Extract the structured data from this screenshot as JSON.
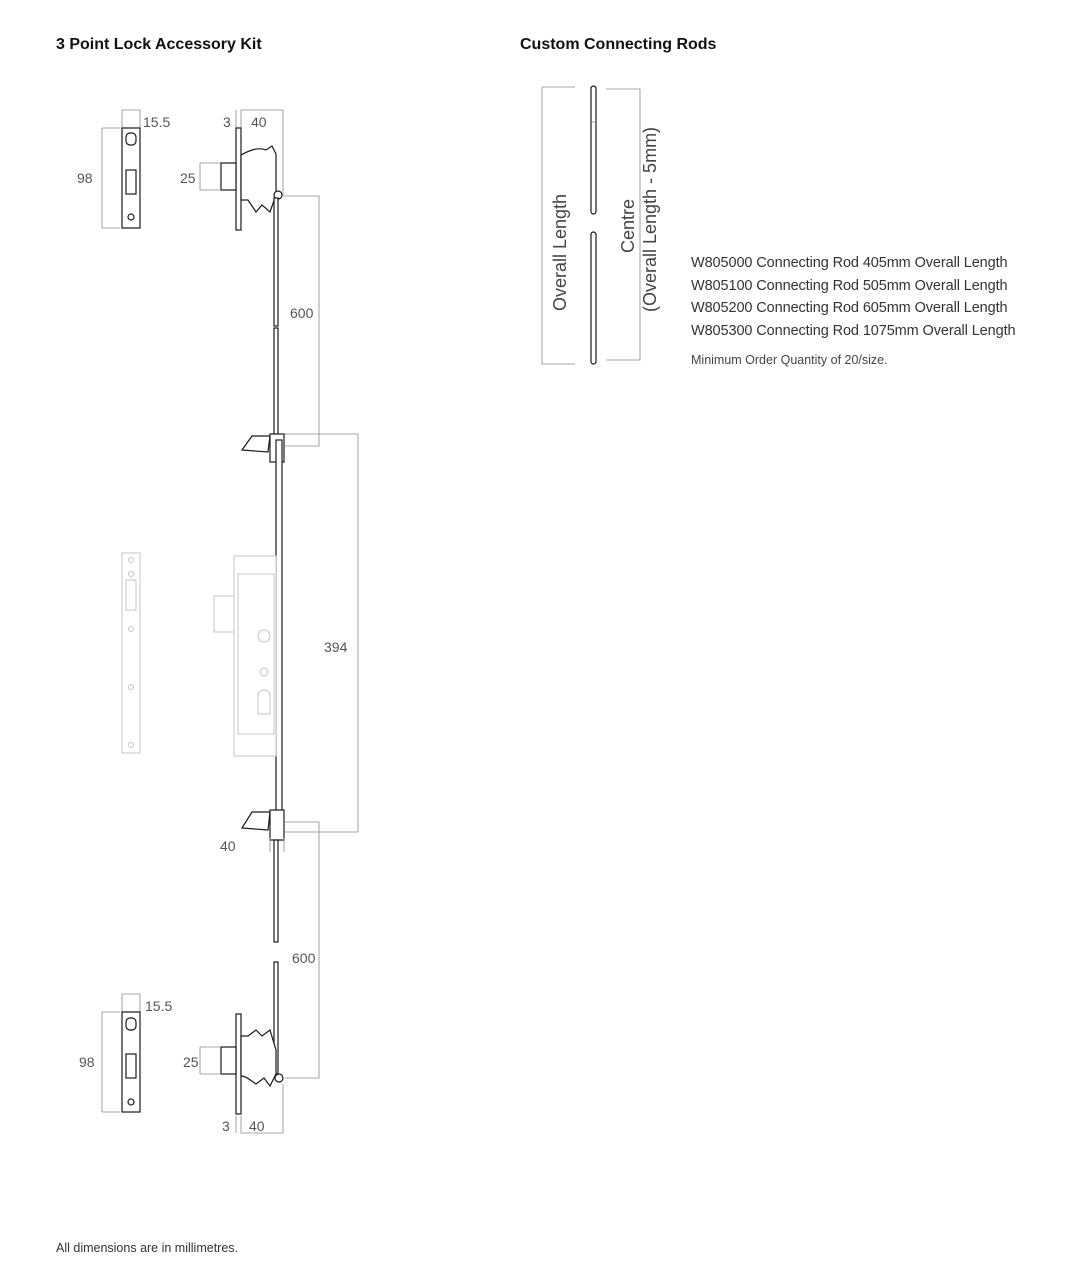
{
  "headings": {
    "kit": "3 Point Lock Accessory Kit",
    "rods": "Custom Connecting Rods"
  },
  "kit_dimensions": {
    "keep_width_top": "15.5",
    "keep_height_top": "98",
    "hook_offset_top": "3",
    "hook_width_top": "40",
    "hook_depth_top": "25",
    "rod_length_upper": "600",
    "centre_to_centre": "394",
    "latch_offset": "40",
    "rod_length_lower": "600",
    "keep_width_bottom": "15.5",
    "keep_height_bottom": "98",
    "hook_depth_bottom": "25",
    "hook_offset_bottom": "3",
    "hook_width_bottom": "40"
  },
  "rod_diagram": {
    "overall_label": "Overall Length",
    "centre_label": "Centre",
    "centre_formula": "(Overall Length - 5mm)"
  },
  "products": [
    "W805000 Connecting Rod 405mm Overall Length",
    "W805100 Connecting Rod 505mm Overall Length",
    "W805200 Connecting Rod 605mm Overall Length",
    "W805300 Connecting Rod 1075mm Overall Length"
  ],
  "moq_note": "Minimum Order Quantity of 20/size.",
  "units_note": "All dimensions are in millimetres."
}
